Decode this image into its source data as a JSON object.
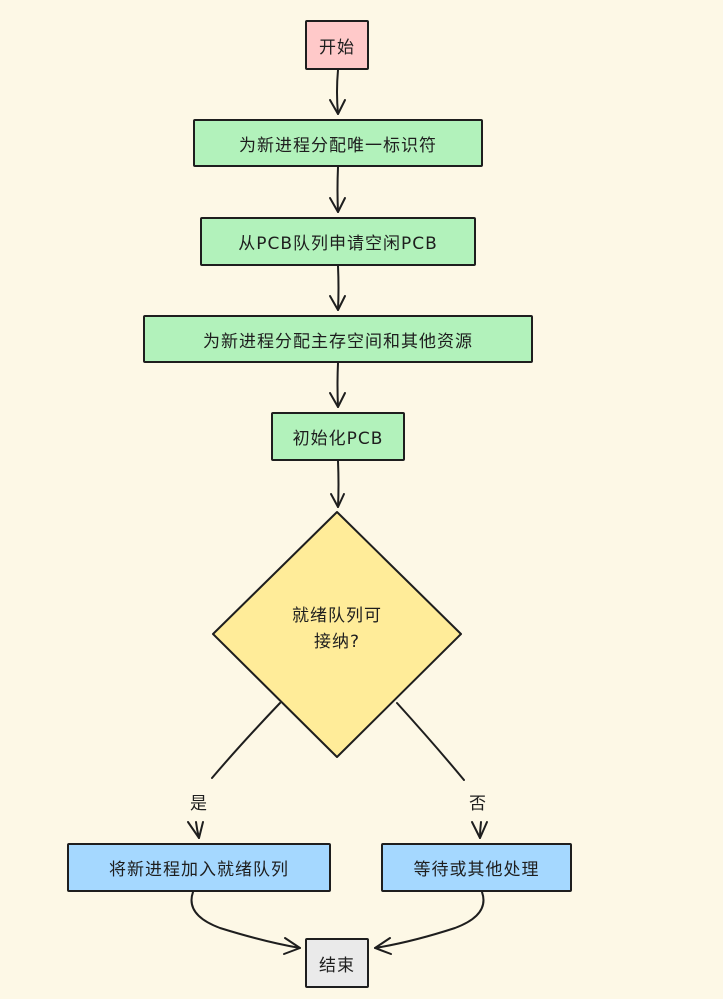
{
  "nodes": {
    "start": "开始",
    "assign_id": "为新进程分配唯一标识符",
    "request_pcb": "从PCB队列申请空闲PCB",
    "allocate": "为新进程分配主存空间和其他资源",
    "init_pcb": "初始化PCB",
    "decision_line1": "就绪队列可",
    "decision_line2": "接纳?",
    "add_ready": "将新进程加入就绪队列",
    "wait": "等待或其他处理",
    "end": "结束"
  },
  "edges": {
    "yes_label": "是",
    "no_label": "否"
  },
  "colors": {
    "start_fill": "#ffc9c9",
    "process_fill": "#b2f2bb",
    "decision_fill": "#ffec99",
    "result_fill": "#a5d8ff",
    "end_fill": "#eaeaea",
    "stroke": "#1e1e1e",
    "background": "#fdf8e6"
  }
}
